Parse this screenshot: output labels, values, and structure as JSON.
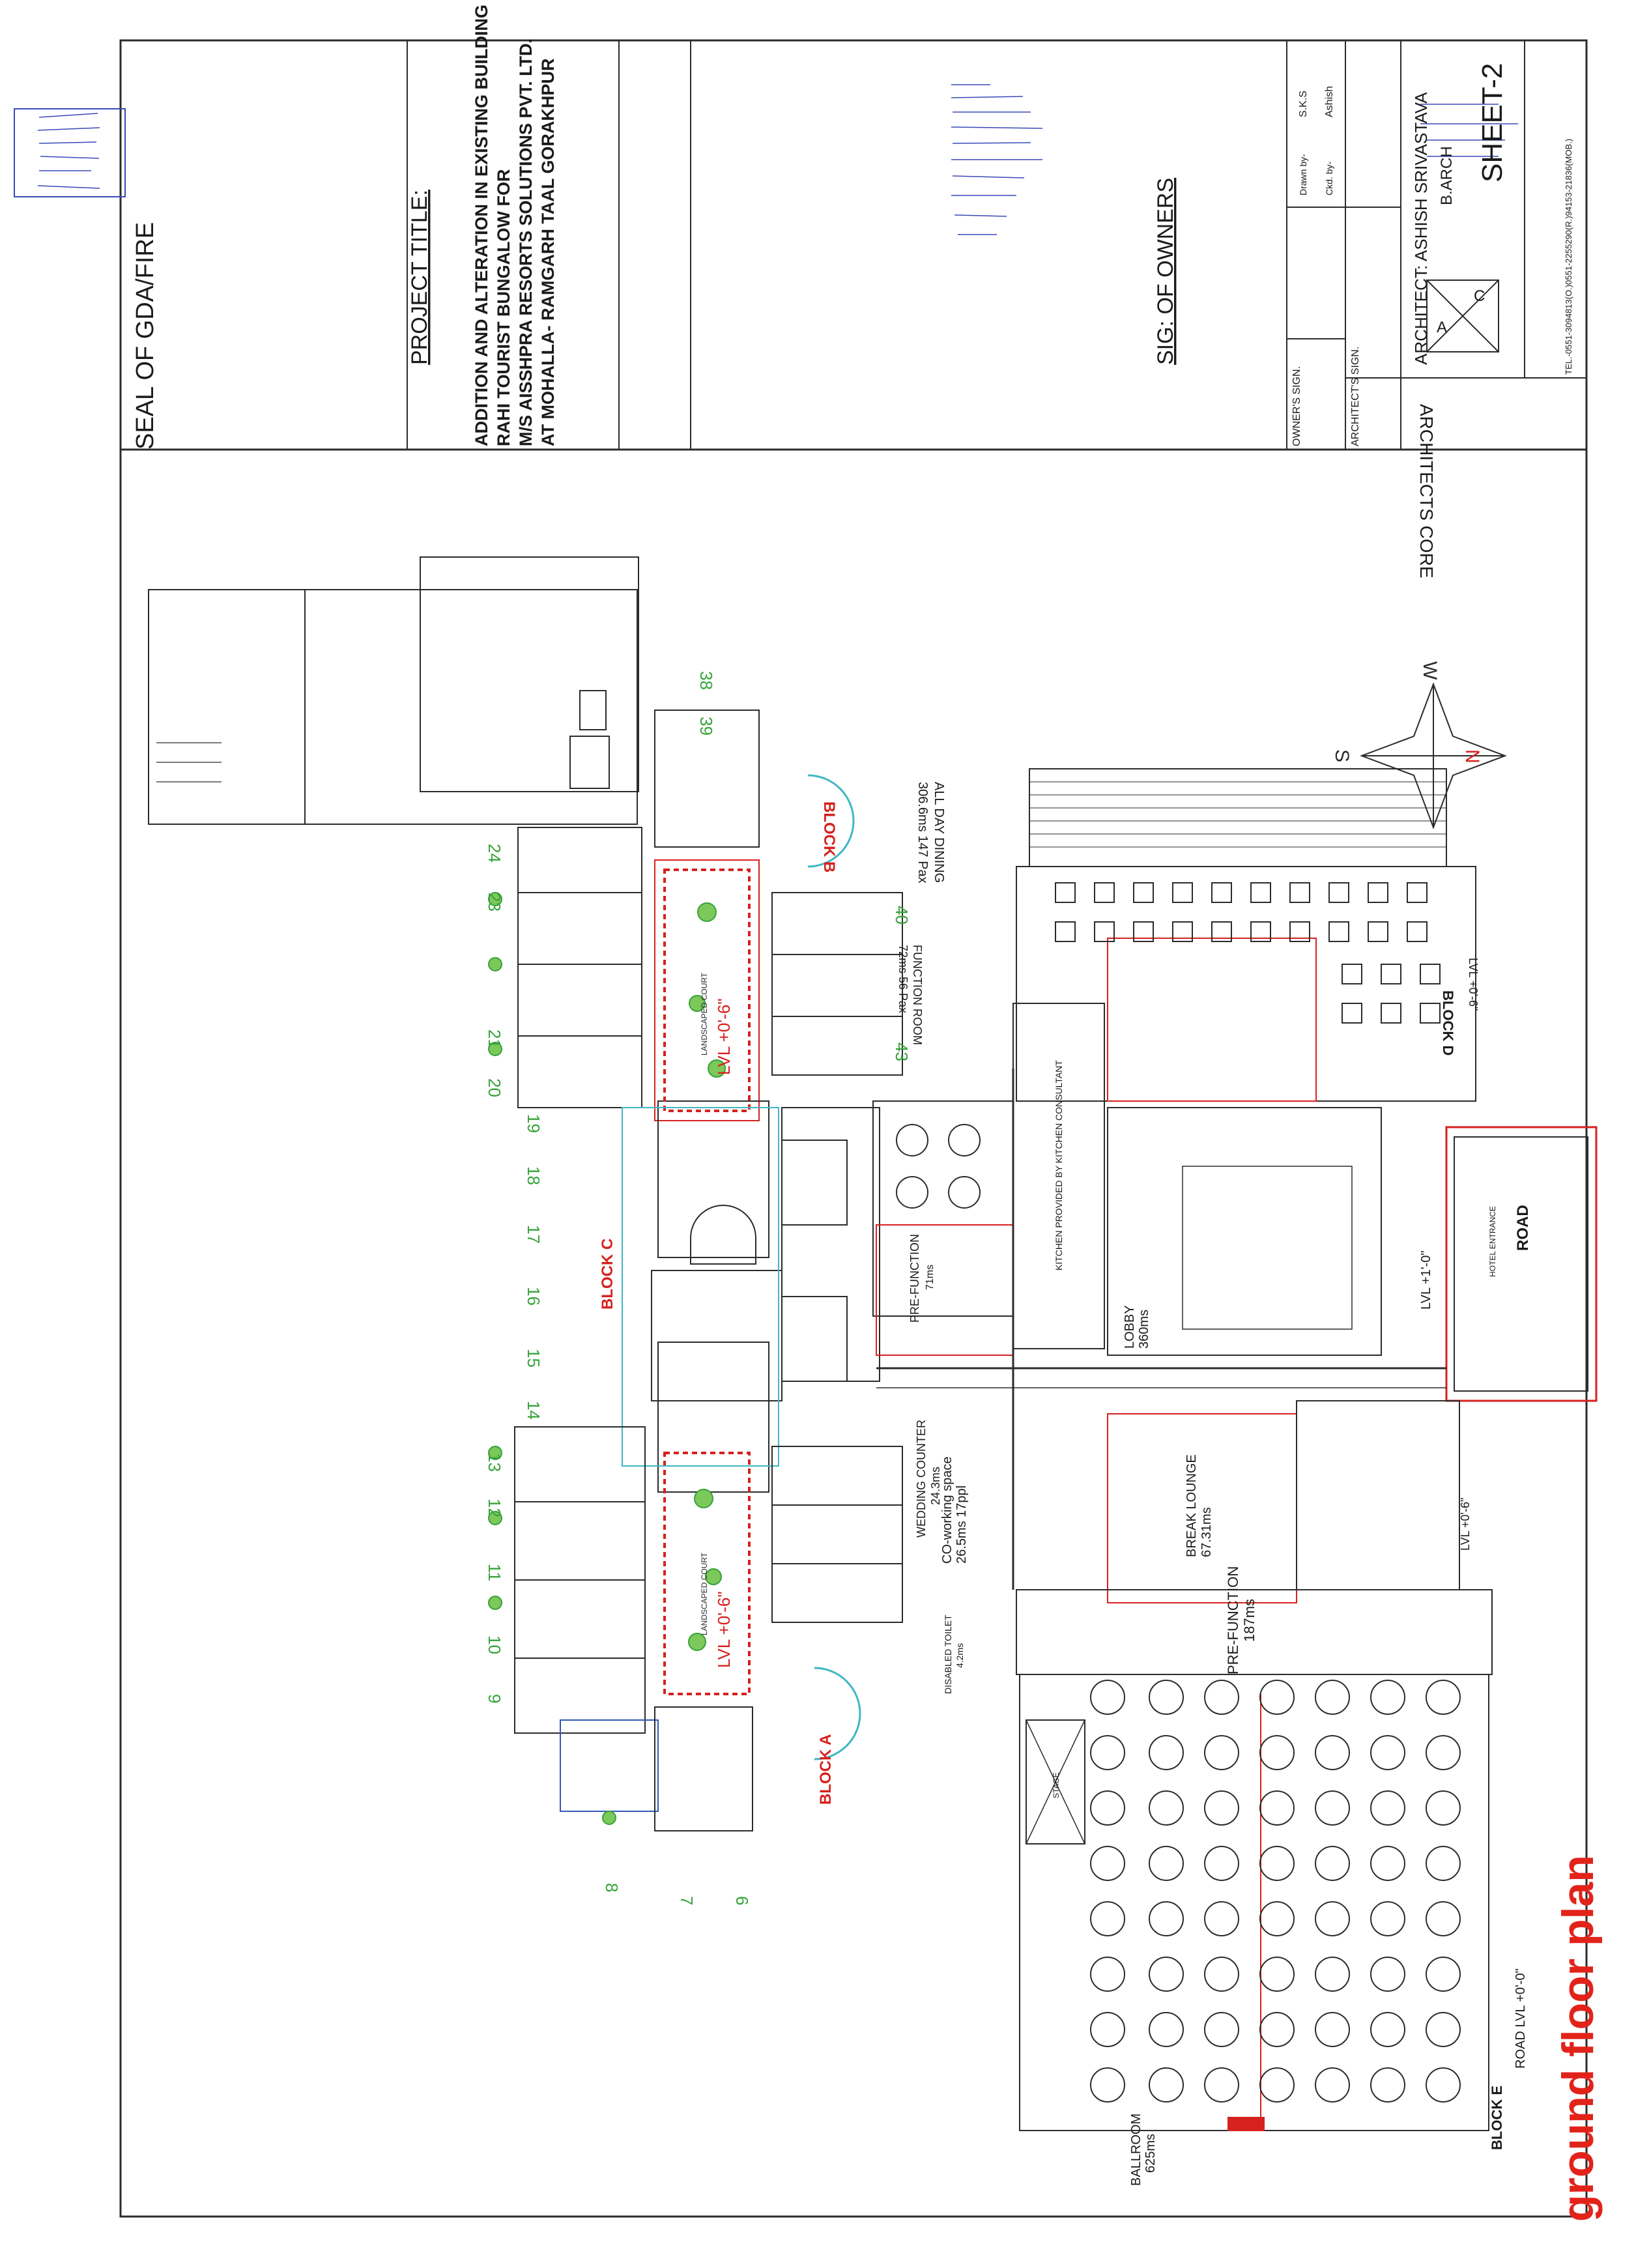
{
  "header": {
    "seal_title": "SEAL OF GDA/FIRE",
    "project_title_label": "PROJECT TITLE:",
    "project_lines": [
      "ADDITION AND ALTERATION  IN  EXISTING BUILDING OF",
      "RAHI TOURIST BUNGALOW  FOR",
      "M/S AISSHPRA RESORTS SOLUTIONS PVT. LTD.",
      "AT MOHALLA- RAMGARH TAAL GORAKHPUR"
    ],
    "sig_owners": "SIG: OF OWNERS",
    "owners_sign": "OWNER'S SIGN.",
    "architect_sign": "ARCHITECT'S SIGN.",
    "drawn_by_label": "Drawn by-",
    "drawn_by_value": "S.K.S",
    "ckd_by_label": "Ckd. by-",
    "ckd_by_value": "Ashish",
    "architect_name": "ARCHITECT: ASHISH SRIVASTAVA",
    "degree": "B.ARCH",
    "sheet": "SHEET-2",
    "firm": "ARCHITECTS CORE",
    "logo_letters": [
      "A",
      "C"
    ],
    "telephone": "TEL.-0551-3094813(O.)0551-2255290(R.)94153-21836(MOB.)"
  },
  "plan": {
    "title": "ground floor plan",
    "colors": {
      "line": "#2b2b2b",
      "red": "#d6211e",
      "green": "#36a33a",
      "cyan": "#3fb7c4",
      "blue": "#3159b6",
      "title_red": "#e2231a"
    },
    "block_labels": {
      "a": "BLOCK A",
      "b": "BLOCK B",
      "c": "BLOCK C",
      "d": "BLOCK D",
      "e": "BLOCK E"
    },
    "areas": {
      "all_day_dining": "ALL DAY DINING",
      "all_day_dining_area": "306.6ms 147 Pax",
      "function_room": "FUNCTION ROOM",
      "function_room_area": "72ms  56 Pax",
      "lobby": "LOBBY",
      "lobby_area": "360ms",
      "kitchen": "KITCHEN PROVIDED BY KITCHEN CONSULTANT",
      "pre_function_1": "PRE-FUNCTION",
      "pre_function_1_area": "71ms",
      "pre_function_2": "PRE-FUNCTION",
      "pre_function_2_area": "187ms",
      "break_lounge": "BREAK LOUNGE",
      "break_lounge_area": "67.31ms",
      "ballroom": "BALLROOM",
      "ballroom_area": "625ms",
      "coworking": "CO-working space",
      "coworking_area": "26.5ms 17ppl",
      "wedding_counter": "WEDDING COUNTER",
      "wedding_counter_area": "24.3ms",
      "landscaped_court": "LANDSCAPED COURT",
      "hotel_entrance": "HOTEL ENTRANCE",
      "road": "ROAD",
      "road_level": "ROAD LVL +0'-0\"",
      "stage": "STAGE",
      "disabled_toilet": "DISABLED TOILET",
      "disabled_toilet_area": "4.2ms",
      "level_1": "LVL +0'-6\"",
      "level_2": "LVL +1'-0\"",
      "level_court": "LVL +0'-6\""
    },
    "compass": {
      "n": "N",
      "s": "S",
      "w": "W"
    },
    "room_numbers": [
      "38",
      "39",
      "40",
      "24",
      "23",
      "21",
      "20",
      "19",
      "18",
      "17",
      "16",
      "15",
      "14",
      "13",
      "12",
      "11",
      "10",
      "9",
      "8",
      "7",
      "6",
      "43"
    ]
  }
}
